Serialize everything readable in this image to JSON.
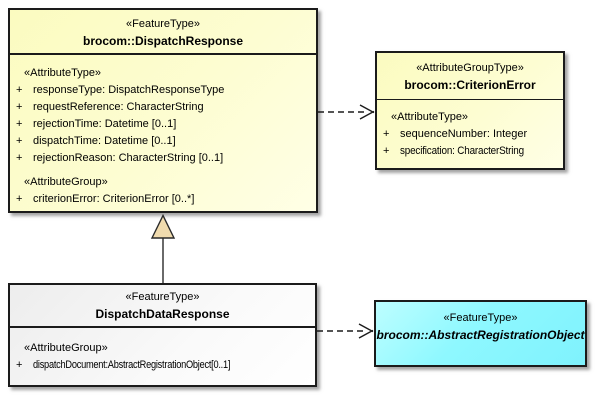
{
  "colors": {
    "box_yellow": "#FBFBC0",
    "box_white": "#F2F2F2",
    "box_cyan": "#8EF8FF",
    "border": "#1B1B1B",
    "triangle_fill": "#F0DBAE",
    "connector": "#1B1B1B",
    "background": "#FFFFFF"
  },
  "classes": [
    {
      "stereotype": "«FeatureType»",
      "name": "brocom::DispatchResponse",
      "sections": [
        {
          "heading": "«AttributeType»",
          "rows": [
            {
              "vis": "+",
              "text": "responseType: DispatchResponseType"
            },
            {
              "vis": "+",
              "text": "requestReference: CharacterString"
            },
            {
              "vis": "+",
              "text": "rejectionTime: Datetime [0..1]"
            },
            {
              "vis": "+",
              "text": "dispatchTime: Datetime [0..1]"
            },
            {
              "vis": "+",
              "text": "rejectionReason: CharacterString [0..1]"
            }
          ]
        },
        {
          "heading": "«AttributeGroup»",
          "rows": [
            {
              "vis": "+",
              "text": "criterionError: CriterionError [0..*]"
            }
          ]
        }
      ]
    },
    {
      "stereotype": "«AttributeGroupType»",
      "name": "brocom::CriterionError",
      "sections": [
        {
          "heading": "«AttributeType»",
          "rows": [
            {
              "vis": "+",
              "text": "sequenceNumber: Integer"
            },
            {
              "vis": "+",
              "text": "specification: CharacterString"
            }
          ]
        }
      ]
    },
    {
      "stereotype": "«FeatureType»",
      "name": "DispatchDataResponse",
      "sections": [
        {
          "heading": "«AttributeGroup»",
          "rows": [
            {
              "vis": "+",
              "text": "dispatchDocument:AbstractRegistrationObject[0..1]"
            }
          ]
        }
      ]
    },
    {
      "stereotype": "«FeatureType»",
      "name": "brocom::AbstractRegistrationObject",
      "abstract": true,
      "sections": []
    }
  ],
  "connectors": [
    {
      "type": "dependency",
      "style": "dashed-open-arrow",
      "from": "brocom::DispatchResponse",
      "to": "brocom::CriterionError"
    },
    {
      "type": "generalization",
      "style": "solid-hollow-triangle",
      "from": "DispatchDataResponse",
      "to": "brocom::DispatchResponse"
    },
    {
      "type": "dependency",
      "style": "dashed-open-arrow",
      "from": "DispatchDataResponse",
      "to": "brocom::AbstractRegistrationObject"
    }
  ]
}
